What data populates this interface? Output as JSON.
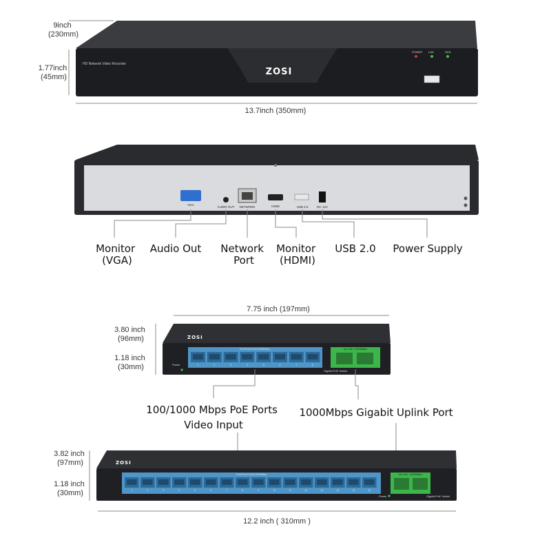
{
  "nvr_front": {
    "depth_label": "9inch\n(230mm)",
    "height_label": "1.77inch\n(45mm)",
    "width_label": "13.7inch  (350mm)",
    "brand": "ZOSI",
    "model_text": "HD Network Video Recorder",
    "leds": [
      "POWER",
      "LAN",
      "HDD"
    ]
  },
  "nvr_rear": {
    "port_labels": [
      "VGA",
      "AUDIO OUT",
      "NETWORK",
      "HDMI",
      "USB 2.0",
      "DC 12V"
    ],
    "callouts": [
      "Monitor\n(VGA)",
      "Audio Out",
      "Network\nPort",
      "Monitor\n(HDMI)",
      "USB 2.0",
      "Power Supply"
    ]
  },
  "switch_small": {
    "width_label": "7.75 inch (197mm)",
    "depth_label": "3.80 inch\n(96mm)",
    "height_label": "1.18 inch\n(30mm)",
    "poe_label": "PoePort1/100/1000Mbps",
    "uplink_label": "Up Link -1000Mbps",
    "switch_label": "Gigabit PoE Switch",
    "power_label": "Power",
    "port_numbers": [
      "1",
      "2",
      "3",
      "4",
      "5",
      "6",
      "7",
      "8"
    ]
  },
  "callouts_mid": {
    "poe_ports": "100/1000 Mbps PoE Ports\nVideo Input",
    "uplink": "1000Mbps Gigabit Uplink Port"
  },
  "switch_large": {
    "depth_label": "3.82 inch\n(97mm)",
    "height_label": "1.18 inch\n(30mm)",
    "width_label": "12.2 inch ( 310mm )",
    "poe_label": "PoePort1/100/1000Mbps",
    "uplink_label": "Up Link -1000Mbps",
    "switch_label": "Gigabit PoE Switch",
    "power_label": "Power",
    "port_numbers": [
      "1",
      "2",
      "3",
      "4",
      "5",
      "6",
      "7",
      "8",
      "9",
      "10",
      "11",
      "12",
      "13",
      "14",
      "15",
      "16"
    ]
  },
  "colors": {
    "device_body": "#2a2b2e",
    "rear_panel": "#d9dbde",
    "poe_port_blue": "#5aa5d8",
    "uplink_green": "#3cb54a",
    "vga_blue": "#2f6fd0",
    "led_green": "#2ecc40",
    "led_red": "#d33"
  }
}
